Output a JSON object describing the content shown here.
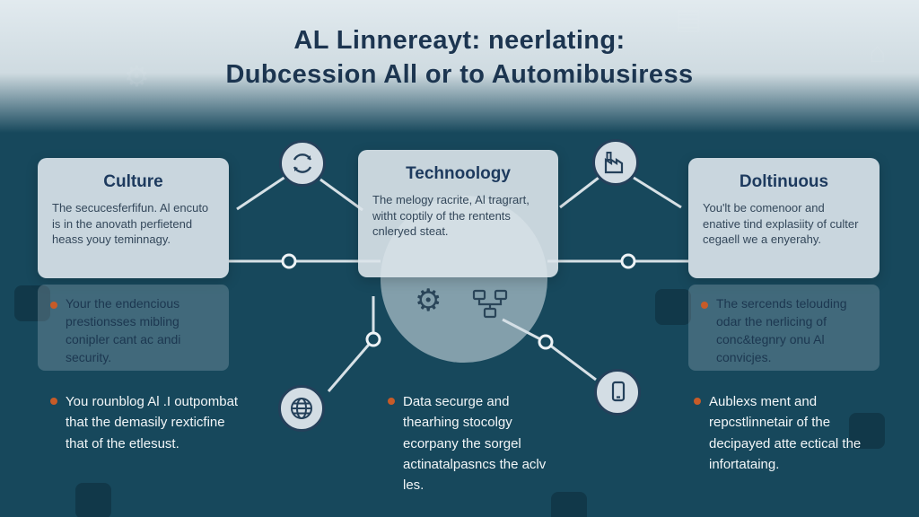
{
  "title": {
    "line1": "AL Linnereayt: neerlating:",
    "line2": "Dubcession All or to Automibusiress"
  },
  "cards": [
    {
      "heading": "Culture",
      "body": "The secucesferfifun. Al encuto is in the anovath perfietend heass youy teminnagy."
    },
    {
      "heading": "Technoology",
      "body": "The melogy racrite, Al tragrart, witht coptily of the rentents cnleryed steat."
    },
    {
      "heading": "Doltinuous",
      "body": "You'lt be comenoor and enative tind explasiity of culter cegaell we a enyerahy."
    }
  ],
  "notes": [
    {
      "text": "Your the endencious prestionsses mibling conipler cant ac andi security."
    },
    {
      "text": "You rounblog Al .I outpombat that the demasily rexticfine that of the etlesust."
    },
    {
      "text": "Data securge and thearhing stocolgy ecorpany the sorgel actinatalpasncs the aclv les."
    },
    {
      "text": "The sercends telouding odar the nerlicing of conc&tegnry onu Al convicjes."
    },
    {
      "text": "Aublexs ment and repcstlinnetair of the decipayed atte ectical the infortataing."
    }
  ],
  "icons": [
    "process-arrows-icon",
    "factory-icon",
    "gear-icon",
    "flowchart-icon",
    "globe-icon",
    "phone-icon"
  ],
  "colors": {
    "background": "#17485c",
    "top_band": "#eaf1f5",
    "card_bg": "#d7e1e8",
    "heading": "#1d3a5e",
    "body_text": "#33475a",
    "accent_bullet": "#c75b28",
    "connector_line": "#e8eef2",
    "title_text": "#1c3550",
    "light_text": "#f2f6f8",
    "icon_stroke": "#24405a"
  }
}
